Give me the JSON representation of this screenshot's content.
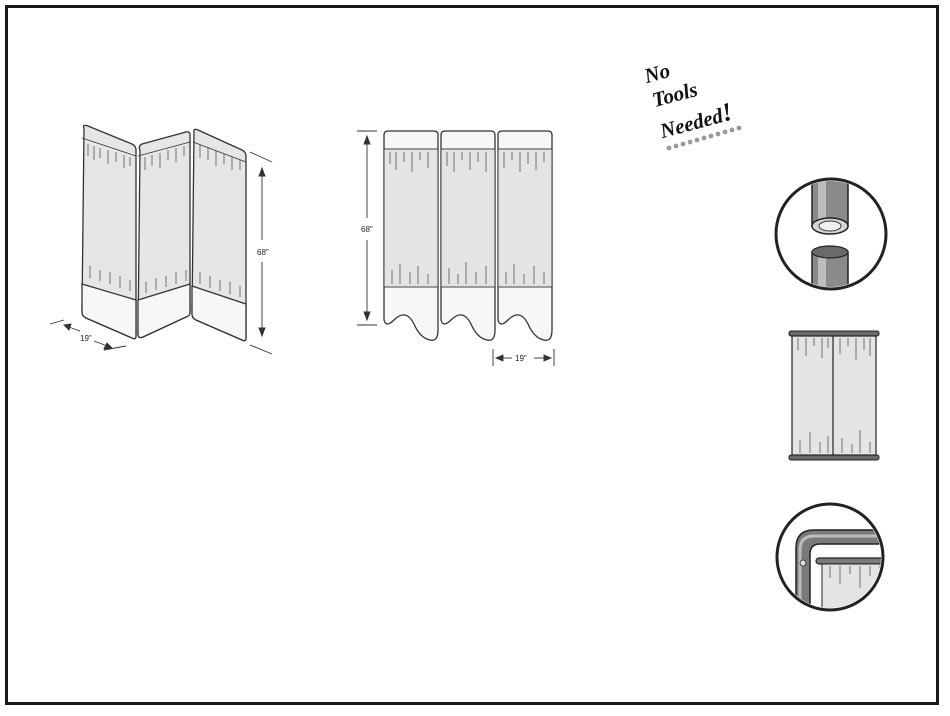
{
  "dimensions": {
    "folding_height": "68\"",
    "folding_width": "19\"",
    "flat_height": "68\"",
    "flat_width": "19\""
  },
  "slogan": {
    "line1": "No",
    "line2": "Tools",
    "line3": "Needed",
    "punct": "!"
  },
  "colors": {
    "outline": "#333333",
    "panel_fill": "#e4e4e4",
    "base_fill": "#f6f6f6",
    "dots": "#9a9a9a"
  }
}
